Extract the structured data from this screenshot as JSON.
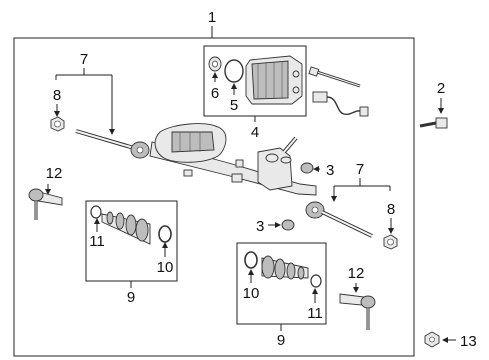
{
  "callouts": {
    "c1": "1",
    "c2": "2",
    "c3a": "3",
    "c3b": "3",
    "c4": "4",
    "c5": "5",
    "c6": "6",
    "c7a": "7",
    "c7b": "7",
    "c8a": "8",
    "c8b": "8",
    "c9a": "9",
    "c9b": "9",
    "c10a": "10",
    "c10b": "10",
    "c11a": "11",
    "c11b": "11",
    "c12a": "12",
    "c12b": "12",
    "c13": "13"
  }
}
